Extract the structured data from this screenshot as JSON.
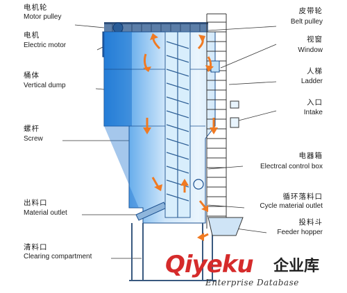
{
  "labels": {
    "motor_pulley": {
      "zh": "电机轮",
      "en": "Motor pulley"
    },
    "electric_motor": {
      "zh": "电机",
      "en": "Electric motor"
    },
    "vertical_dump": {
      "zh": "桶体",
      "en": "Vertical dump"
    },
    "screw": {
      "zh": "螺杆",
      "en": "Screw"
    },
    "material_outlet": {
      "zh": "出料口",
      "en": "Material outlet"
    },
    "clearing_compartment": {
      "zh": "清料口",
      "en": "Clearing compartment"
    },
    "belt_pulley": {
      "zh": "皮带轮",
      "en": "Belt pulley"
    },
    "window": {
      "zh": "视窗",
      "en": "Window"
    },
    "ladder": {
      "zh": "人梯",
      "en": "Ladder"
    },
    "intake": {
      "zh": "入口",
      "en": "Intake"
    },
    "control_box": {
      "zh": "电器箱",
      "en": "Electrcal control box"
    },
    "cycle_outlet": {
      "zh": "循环落料口",
      "en": "Cycle material outlet"
    },
    "feeder_hopper": {
      "zh": "投料斗",
      "en": "Feeder hopper"
    }
  },
  "watermark": {
    "brand": "Qiyeku",
    "cn": "企业库",
    "sub": "Enterprise Database"
  },
  "colors": {
    "vessel_light": "#d9ecfb",
    "vessel_dark": "#1e7ad6",
    "flow_arrow": "#f07a22",
    "watermark_red": "#d52b2b"
  }
}
